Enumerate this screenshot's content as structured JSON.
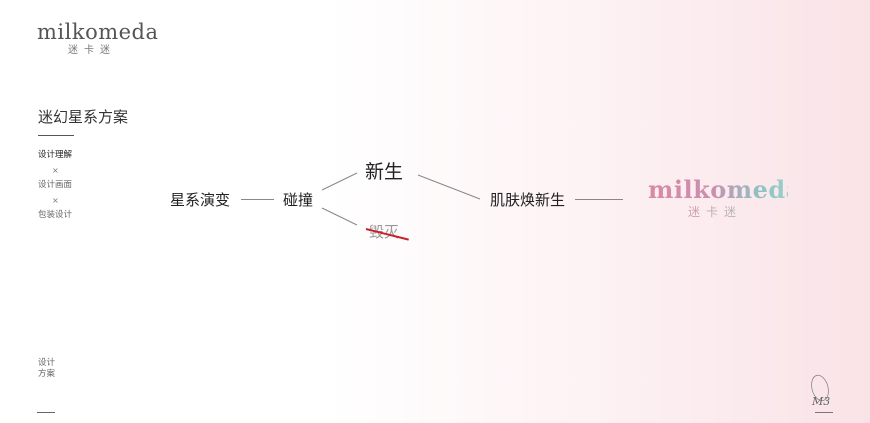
{
  "logo_top": {
    "word": "milkomeda",
    "sub": "迷卡迷"
  },
  "sidebar": {
    "title": "迷幻星系方案",
    "nav": [
      {
        "label": "设计理解"
      },
      {
        "sep": "×"
      },
      {
        "label": "设计画面"
      },
      {
        "sep": "×"
      },
      {
        "label": "包装设计"
      }
    ],
    "footer": [
      "设计",
      "方案"
    ]
  },
  "flow": {
    "start": "星系演变",
    "collide": "碰撞",
    "rebirth": "新生",
    "destroy": "毁灭",
    "result": "肌肤焕新生"
  },
  "brand": {
    "word": "milkomeda",
    "sub": "迷卡迷",
    "signature": "M3"
  },
  "colors": {
    "strike": "#c8232d",
    "brand_pink": "#d98aa3",
    "brand_teal": "#8fc2c4"
  }
}
